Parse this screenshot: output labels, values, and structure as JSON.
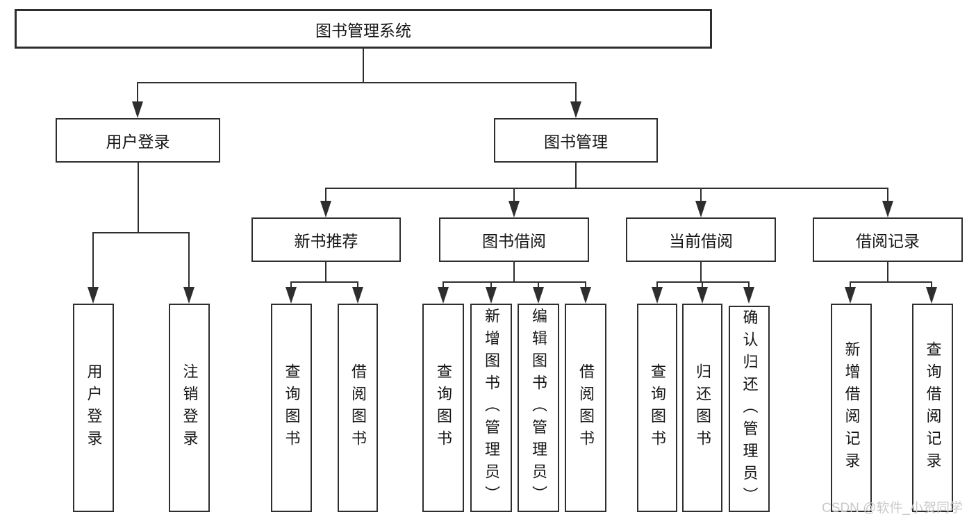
{
  "tree": {
    "root": {
      "label": "图书管理系统",
      "children": [
        {
          "label": "用户登录",
          "children": [
            {
              "label": "用户登录"
            },
            {
              "label": "注销登录"
            }
          ]
        },
        {
          "label": "图书管理",
          "children": [
            {
              "label": "新书推荐",
              "children": [
                {
                  "label": "查询图书"
                },
                {
                  "label": "借阅图书"
                }
              ]
            },
            {
              "label": "图书借阅",
              "children": [
                {
                  "label": "查询图书"
                },
                {
                  "label": "新增图书（管理员）"
                },
                {
                  "label": "编辑图书（管理员）"
                },
                {
                  "label": "借阅图书"
                }
              ]
            },
            {
              "label": "当前借阅",
              "children": [
                {
                  "label": "查询图书"
                },
                {
                  "label": "归还图书"
                },
                {
                  "label": "确认归还（管理员）"
                }
              ]
            },
            {
              "label": "借阅记录",
              "children": [
                {
                  "label": "新增借阅记录"
                },
                {
                  "label": "查询借阅记录"
                }
              ]
            }
          ]
        }
      ]
    }
  },
  "watermark": {
    "text": "CSDN @软件_小贺同学"
  },
  "colors": {
    "line": "#2e2e2e",
    "border": "#2e2e2e",
    "text": "#161616",
    "watermark": "#c9c9c9",
    "background": "#ffffff"
  }
}
